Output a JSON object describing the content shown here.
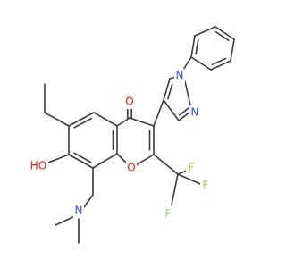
{
  "colors": {
    "bond": "#3a3a3a",
    "oxygen": "#ff0d0d",
    "nitrogen": "#3050f8",
    "fluorine": "#90e050",
    "background": "#ffffff"
  },
  "atoms": {
    "carbonyl_o": "O",
    "hydroxyl": "HO",
    "ring_o": "O",
    "amine_n": "N",
    "pyrazole_n1": "N",
    "pyrazole_n2": "N",
    "f_top": "F",
    "f_right": "F",
    "f_bottom": "F"
  }
}
